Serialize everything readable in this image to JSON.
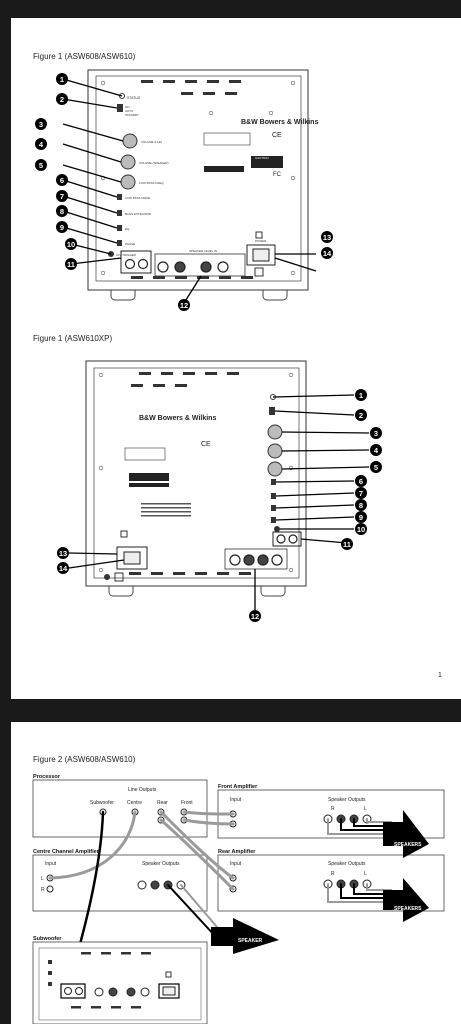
{
  "figure1a": {
    "title": "Figure 1 (ASW608/ASW610)",
    "brand": "B&W Bowers & Wilkins",
    "callouts": [
      "1",
      "2",
      "3",
      "4",
      "5",
      "6",
      "7",
      "8",
      "9",
      "10",
      "11",
      "12",
      "13",
      "14"
    ],
    "panel_labels": {
      "status": "STATUS",
      "on": "ON",
      "auto": "AUTO",
      "standby": "STANDBY",
      "volume_lfe": "VOLUME (LFE)",
      "volume_speaker": "VOLUME (SPEAKER)",
      "lowpass": "LOW-PASS FREQ",
      "lowpass_mode": "LOW-PASS MODE",
      "bass_extension": "BASS EXTENSION",
      "eq": "EQ",
      "phase": "PHASE",
      "trigger": "12V TRIGGER",
      "speaker_level_in": "SPEAKER LEVEL IN",
      "power": "POWER",
      "caution": "CAUTION"
    }
  },
  "figure1b": {
    "title": "Figure 1 (ASW610XP)",
    "brand": "B&W Bowers & Wilkins",
    "callouts": [
      "1",
      "2",
      "3",
      "4",
      "5",
      "6",
      "7",
      "8",
      "9",
      "10",
      "11",
      "12",
      "13",
      "14"
    ]
  },
  "page_number": "1",
  "figure2": {
    "title": "Figure 2 (ASW608/ASW610)",
    "processor": {
      "label": "Processor",
      "line_outputs": "Line Outputs",
      "outputs": [
        "Subwoofer",
        "Centre",
        "Rear",
        "Front"
      ]
    },
    "front_amp": {
      "label": "Front Amplifier",
      "input": "Input",
      "speaker_outputs": "Speaker Outputs",
      "r": "R",
      "l": "L"
    },
    "centre_amp": {
      "label": "Centre Channel Amplifier",
      "input": "Input",
      "speaker_outputs": "Speaker Outputs",
      "l": "L",
      "r": "R"
    },
    "rear_amp": {
      "label": "Rear Amplifier",
      "input": "Input",
      "speaker_outputs": "Speaker Outputs",
      "r": "R",
      "l": "L"
    },
    "subwoofer": {
      "label": "Subwoofer"
    },
    "arrow_speakers": "SPEAKERS",
    "arrow_speaker": "SPEAKER"
  }
}
